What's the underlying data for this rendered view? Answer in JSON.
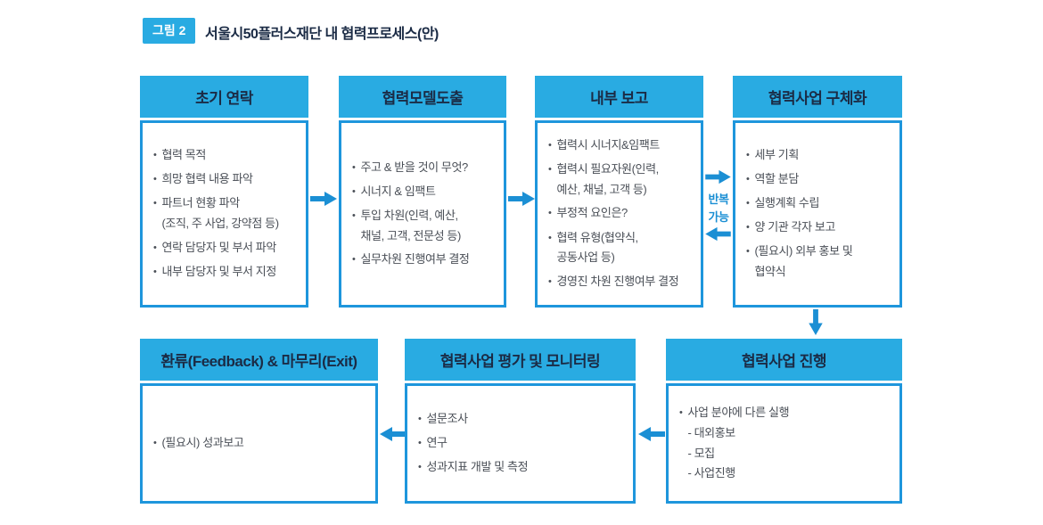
{
  "title": {
    "badge": "그림 2",
    "text": "서울시50플러스재단 내 협력프로세스(안)"
  },
  "ui": {
    "bullet": "•"
  },
  "loop_label": "반복\n가능",
  "colors": {
    "accent": "#29ABE2",
    "border": "#1E96DC",
    "arrow": "#1B8FD4",
    "header_text": "#1B2B45",
    "body_text": "#4A4F57"
  },
  "boxes": [
    {
      "title": "초기 연락",
      "items": [
        "협력 목적",
        "희망 협력 내용 파악",
        "파트너 현황 파악\n(조직, 주 사업, 강약점 등)",
        "연락 담당자 및 부서 파악",
        "내부 담당자 및 부서 지정"
      ]
    },
    {
      "title": "협력모델도출",
      "items": [
        "주고 & 받을 것이 무엇?",
        "시너지 & 임팩트",
        "투입 차원(인력, 예산,\n채널, 고객, 전문성 등)",
        "실무차원 진행여부 결정"
      ]
    },
    {
      "title": "내부 보고",
      "items": [
        "협력시 시너지&임팩트",
        "협력시 필요자원(인력,\n예산, 채널, 고객 등)",
        "부정적 요인은?",
        "협력 유형(협약식,\n공동사업 등)",
        "경영진 차원 진행여부 결정"
      ]
    },
    {
      "title": "협력사업 구체화",
      "items": [
        "세부 기획",
        "역할 분담",
        "실행계획 수립",
        "양 기관 각자 보고",
        "(필요시) 외부 홍보 및\n협약식"
      ]
    },
    {
      "title": "환류(Feedback) & 마무리(Exit)",
      "items": [
        "(필요시) 성과보고"
      ]
    },
    {
      "title": "협력사업 평가 및 모니터링",
      "items": [
        "설문조사",
        "연구",
        "성과지표 개발 및 측정"
      ]
    },
    {
      "title": "협력사업 진행",
      "items": [
        "사업 분야에 다른 실행\n- 대외홍보\n- 모집\n- 사업진행"
      ]
    }
  ]
}
